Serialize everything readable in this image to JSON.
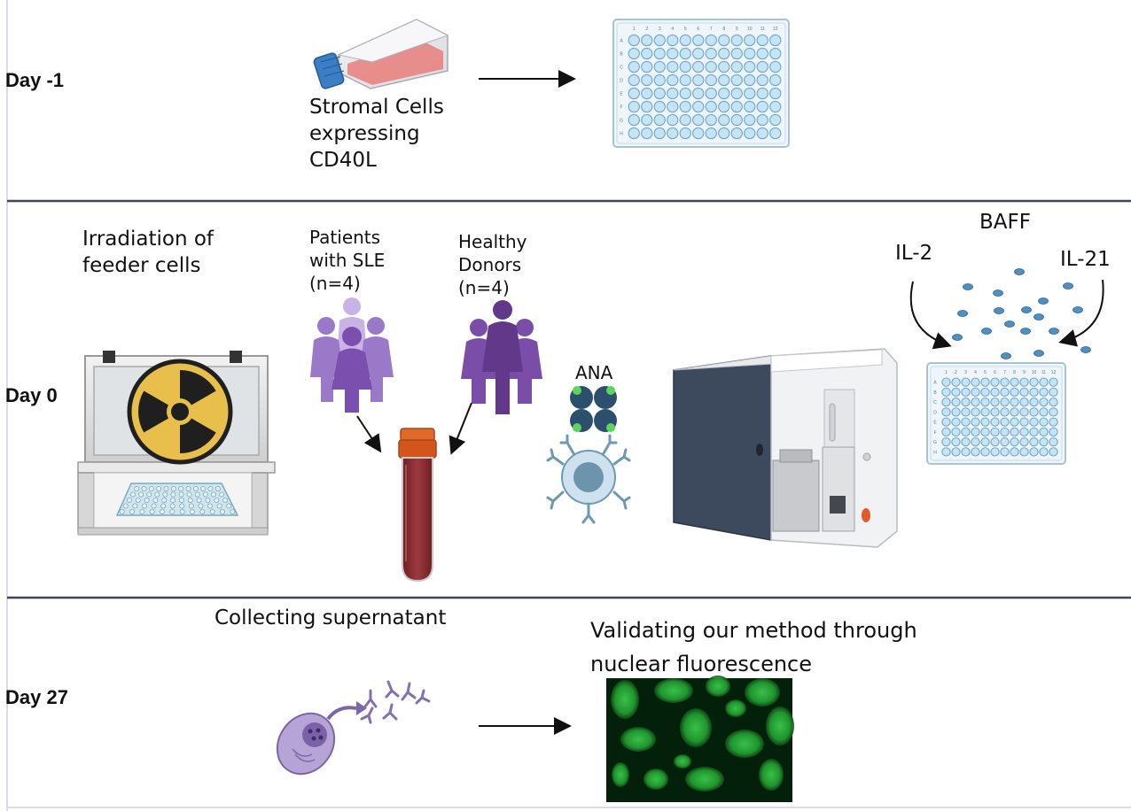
{
  "rows": [
    {
      "day_label": "Day -1"
    },
    {
      "day_label": "Day 0"
    },
    {
      "day_label": "Day 27"
    }
  ],
  "row1": {
    "stromal_label": [
      "Stromal Cells",
      "expressing",
      "CD40L"
    ]
  },
  "plate": {
    "column_numbers": [
      "1",
      "2",
      "3",
      "4",
      "5",
      "6",
      "7",
      "8",
      "9",
      "10",
      "11",
      "12"
    ],
    "row_letters": [
      "A",
      "B",
      "C",
      "D",
      "E",
      "F",
      "G",
      "H"
    ]
  },
  "row2": {
    "irradiation_label": [
      "Irradiation of",
      "feeder cells"
    ],
    "patients_label": [
      "Patients",
      "with SLE",
      "(n=4)"
    ],
    "donors_label": [
      "Healthy",
      "Donors",
      "(n=4)"
    ],
    "ana_label": "ANA",
    "baff_label": "BAFF",
    "il2_label": "IL-2",
    "il21_label": "IL-21"
  },
  "row3": {
    "collecting_label": "Collecting supernatant",
    "validating_label": [
      "Validating our method through",
      "nuclear fluorescence"
    ]
  },
  "colors": {
    "divider": "#3d4654",
    "well_fill": "#c6e4f5",
    "well_stroke": "#6fa6c8",
    "tube_blood": "#8e2e33",
    "tube_cap": "#e06a2a",
    "patients_purple": "#8a63b8",
    "donors_purple": "#6a3f8f",
    "radiation_yellow": "#e7bf4a",
    "cytokine_blue": "#4f8fc2",
    "fluorescence_green": "#29b83a"
  }
}
